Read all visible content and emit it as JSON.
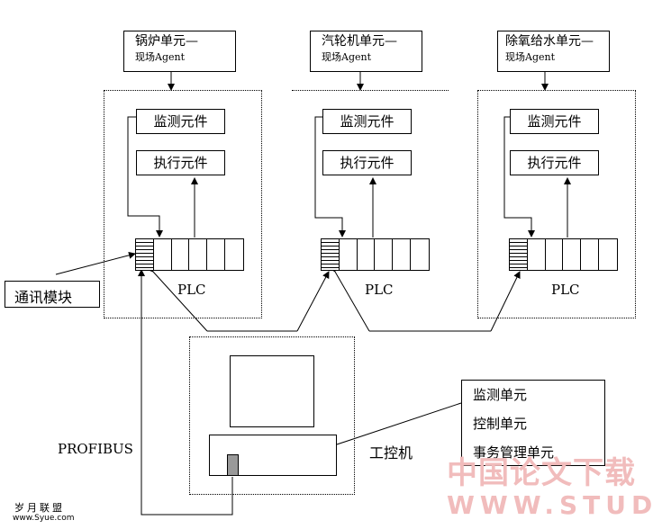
{
  "agents": [
    {
      "line1": "锅炉单元—",
      "line2": "现场Agent"
    },
    {
      "line1": "汽轮机单元—",
      "line2": "现场Agent"
    },
    {
      "line1": "除氧给水单元—",
      "line2": "现场Agent"
    }
  ],
  "elements": {
    "monitor": "监测元件",
    "actuator": "执行元件"
  },
  "plc_label": "PLC",
  "comm_module": "通讯模块",
  "bus_label": "PROFIBUS",
  "ipc_label": "工控机",
  "ipc_modules": [
    "监测单元",
    "控制单元",
    "事务管理单元"
  ],
  "watermark": {
    "cn": "中国论文下载",
    "url": "WWW.STUDA",
    "site_name": "岁月联盟",
    "site_url": "www.Syue.com"
  }
}
